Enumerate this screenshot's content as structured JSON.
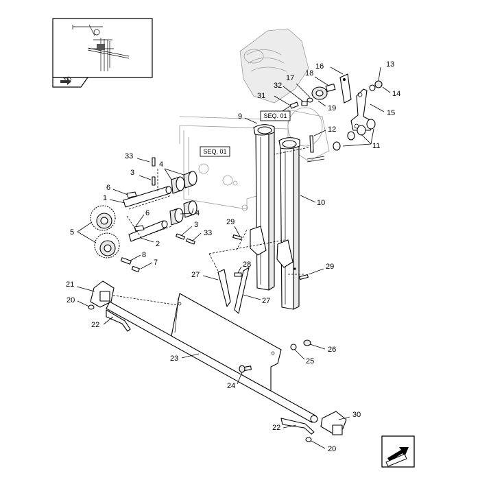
{
  "references": {
    "seq_top": "SEQ. 01",
    "seq_mid": "SEQ. 01"
  },
  "callouts": [
    {
      "id": "c13",
      "text": "13"
    },
    {
      "id": "c16",
      "text": "16"
    },
    {
      "id": "c17",
      "text": "17"
    },
    {
      "id": "c18",
      "text": "18"
    },
    {
      "id": "c14",
      "text": "14"
    },
    {
      "id": "c31",
      "text": "31"
    },
    {
      "id": "c32",
      "text": "32"
    },
    {
      "id": "c19",
      "text": "19"
    },
    {
      "id": "c15",
      "text": "15"
    },
    {
      "id": "c9",
      "text": "9"
    },
    {
      "id": "c12",
      "text": "12"
    },
    {
      "id": "c11",
      "text": "11"
    },
    {
      "id": "c33a",
      "text": "33"
    },
    {
      "id": "c4a",
      "text": "4"
    },
    {
      "id": "c3a",
      "text": "3"
    },
    {
      "id": "c6a",
      "text": "6"
    },
    {
      "id": "c1",
      "text": "1"
    },
    {
      "id": "c4b",
      "text": "4"
    },
    {
      "id": "c6b",
      "text": "6"
    },
    {
      "id": "c3b",
      "text": "3"
    },
    {
      "id": "c33b",
      "text": "33"
    },
    {
      "id": "c5",
      "text": "5"
    },
    {
      "id": "c2",
      "text": "2"
    },
    {
      "id": "c10",
      "text": "10"
    },
    {
      "id": "c29a",
      "text": "29"
    },
    {
      "id": "c8",
      "text": "8"
    },
    {
      "id": "c7",
      "text": "7"
    },
    {
      "id": "c28",
      "text": "28"
    },
    {
      "id": "c29b",
      "text": "29"
    },
    {
      "id": "c27a",
      "text": "27"
    },
    {
      "id": "c21",
      "text": "21"
    },
    {
      "id": "c27b",
      "text": "27"
    },
    {
      "id": "c20a",
      "text": "20"
    },
    {
      "id": "c22a",
      "text": "22"
    },
    {
      "id": "c26",
      "text": "26"
    },
    {
      "id": "c25",
      "text": "25"
    },
    {
      "id": "c23",
      "text": "23"
    },
    {
      "id": "c24",
      "text": "24"
    },
    {
      "id": "c30",
      "text": "30"
    },
    {
      "id": "c22b",
      "text": "22"
    },
    {
      "id": "c20b",
      "text": "20"
    }
  ],
  "icons": {
    "thumbnail_nav": "double-arrow-icon",
    "next_page": "next-page-arrow-icon"
  }
}
